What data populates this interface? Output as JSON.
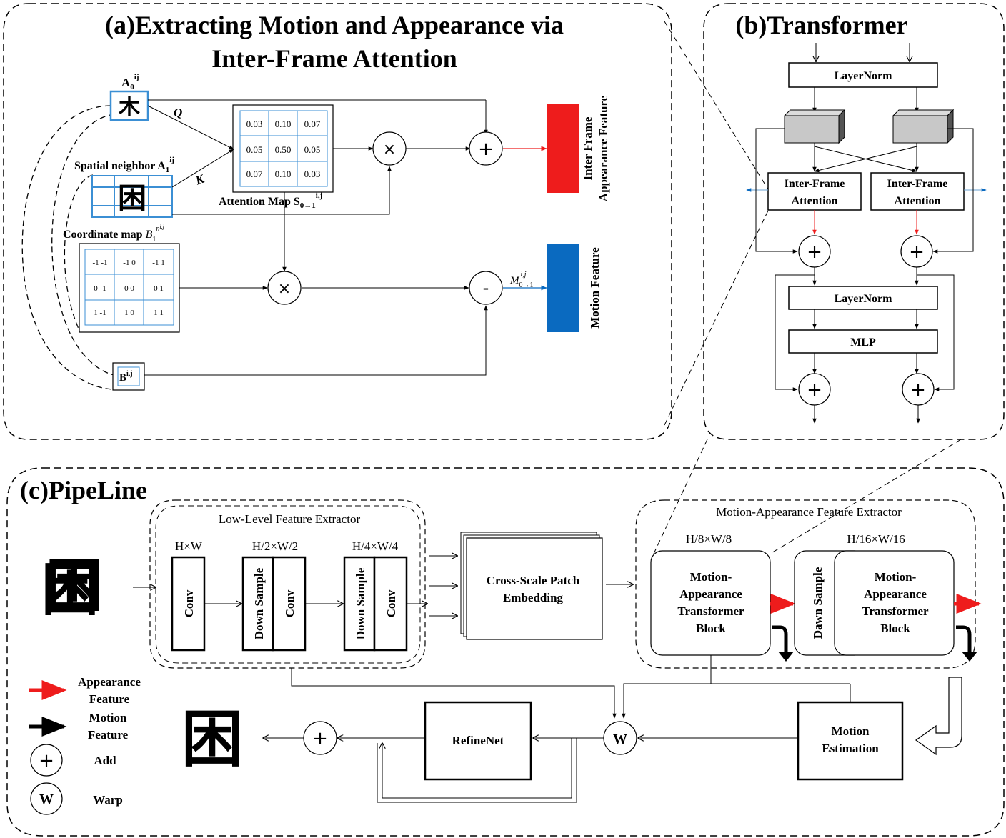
{
  "panel_a": {
    "title_line1": "(a)Extracting Motion and Appearance via",
    "title_line2": "Inter-Frame Attention",
    "a0_label": "A",
    "a0_sub": "0",
    "a0_sup": "ij",
    "a0_glyph": "木",
    "q_label": "Q",
    "k_label": "K",
    "spatial_label": "Spatial neighbor A",
    "spatial_sub": "1",
    "spatial_sup": "ij",
    "spatial_glyph": "困",
    "attention_values": [
      "0.03",
      "0.10",
      "0.07",
      "0.05",
      "0.50",
      "0.05",
      "0.07",
      "0.10",
      "0.03"
    ],
    "attention_label": "Attention Map S",
    "attention_sub": "0→1",
    "attention_sup": "i,j",
    "coord_label": "Coordinate map ",
    "coord_B": "B",
    "coord_sub": "1",
    "coord_sup": "n",
    "coord_sup2": "i,j",
    "coord_values": [
      "-1 -1",
      "-1 0",
      "-1 1",
      "0 -1",
      "0 0",
      "0 1",
      "1 -1",
      "1 0",
      "1 1"
    ],
    "bij_label": "B",
    "bij_sup": "i,j",
    "multiply_symbol": "×",
    "plus_symbol": "+",
    "minus_symbol": "-",
    "m_label": "M",
    "m_sub": "0→1",
    "m_sup": "i,j",
    "appearance_feature_line1": "Inter Frame",
    "appearance_feature_line2": "Appearance Feature",
    "motion_feature_label": "Motion Feature",
    "colors": {
      "appearance": "#ee1c1c",
      "motion": "#0a6ac0",
      "grid": "#3b8fd4"
    }
  },
  "panel_b": {
    "title": "(b)Transformer",
    "layernorm1": "LayerNorm",
    "ifa_left_line1": "Inter-Frame",
    "ifa_left_line2": "Attention",
    "ifa_right_line1": "Inter-Frame",
    "ifa_right_line2": "Attention",
    "layernorm2": "LayerNorm",
    "mlp": "MLP",
    "plus_symbol": "+"
  },
  "panel_c": {
    "title": "(c)PipeLine",
    "low_level_title": "Low-Level Feature Extractor",
    "res1": "H×W",
    "res2": "H/2×W/2",
    "res3": "H/4×W/4",
    "conv": "Conv",
    "down_sample": "Down Sample",
    "cross_scale_line1": "Cross-Scale Patch",
    "cross_scale_line2": "Embedding",
    "mafe_title": "Motion-Appearance Feature Extractor",
    "res4": "H/8×W/8",
    "res5": "H/16×W/16",
    "matb1_lines": [
      "Motion-",
      "Appearance",
      "Transformer",
      "Block"
    ],
    "matb2_lines": [
      "Motion-",
      "Appearance",
      "Transformer",
      "Block"
    ],
    "dawn_sample": "Dawn Sample",
    "motion_estimation_line1": "Motion",
    "motion_estimation_line2": "Estimation",
    "refinenet": "RefineNet",
    "warp_symbol": "W",
    "input_glyph": "困",
    "output_glyph": "困",
    "legend": {
      "appearance_line1": "Appearance",
      "appearance_line2": "Feature",
      "motion_line1": "Motion",
      "motion_line2": "Feature",
      "add_symbol": "+",
      "add_label": "Add",
      "warp_symbol": "W",
      "warp_label": "Warp"
    }
  }
}
